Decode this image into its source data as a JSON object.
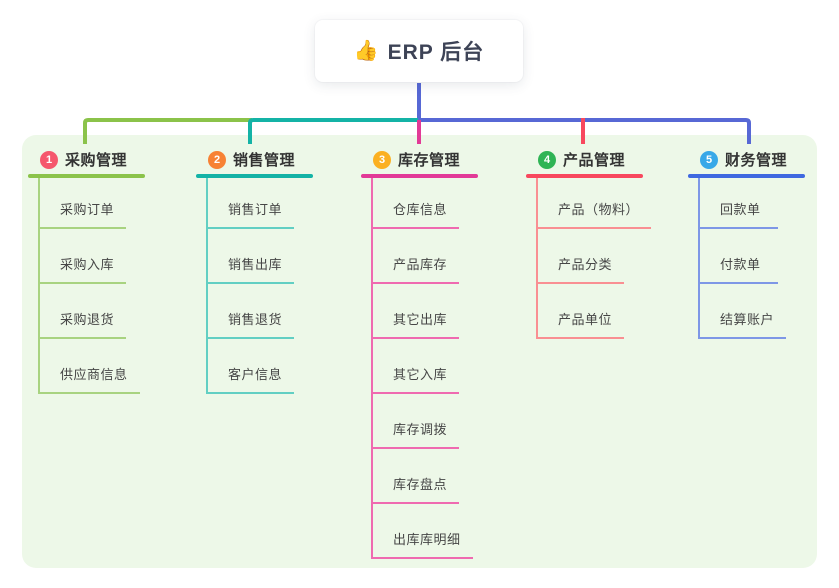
{
  "root": {
    "icon": "thumbs-up",
    "emoji": "👍",
    "label": "ERP 后台"
  },
  "connectors": {
    "root_line_color": "#5768d5"
  },
  "panel": {
    "background": "#edf8e8"
  },
  "branches": [
    {
      "number": "1",
      "label": "采购管理",
      "badge_color": "#f5576c",
      "line_color": "#8bc34a",
      "child_line_color": "#a8d380",
      "children": [
        "采购订单",
        "采购入库",
        "采购退货",
        "供应商信息"
      ]
    },
    {
      "number": "2",
      "label": "销售管理",
      "badge_color": "#f78234",
      "line_color": "#14b3a6",
      "child_line_color": "#62cfc3",
      "children": [
        "销售订单",
        "销售出库",
        "销售退货",
        "客户信息"
      ]
    },
    {
      "number": "3",
      "label": "库存管理",
      "badge_color": "#fbb021",
      "line_color": "#e23a97",
      "child_line_color": "#ef6ab0",
      "children": [
        "仓库信息",
        "产品库存",
        "其它出库",
        "其它入库",
        "库存调拨",
        "库存盘点",
        "出库库明细"
      ]
    },
    {
      "number": "4",
      "label": "产品管理",
      "badge_color": "#2fb455",
      "line_color": "#f8485e",
      "child_line_color": "#f98f92",
      "children": [
        "产品（物料）",
        "产品分类",
        "产品单位"
      ]
    },
    {
      "number": "5",
      "label": "财务管理",
      "badge_color": "#38a8e8",
      "line_color": "#3f68e0",
      "child_line_color": "#7e97e6",
      "children": [
        "回款单",
        "付款单",
        "结算账户"
      ]
    }
  ]
}
